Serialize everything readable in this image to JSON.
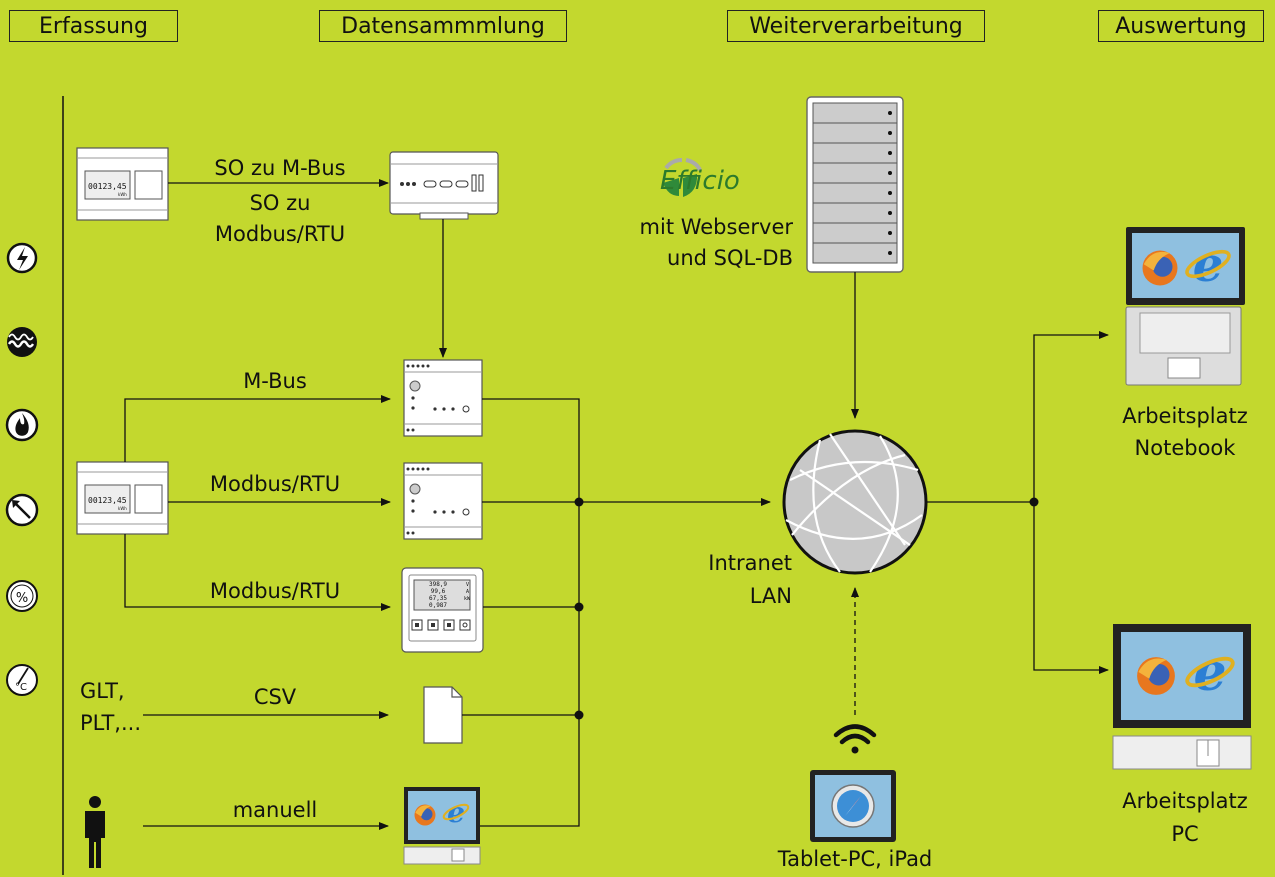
{
  "stages": {
    "erfassung": "Erfassung",
    "datensammlung": "Datensammmlung",
    "weiterverarbeitung": "Weiterverarbeitung",
    "auswertung": "Auswertung"
  },
  "links": {
    "s0_mbus": "SO zu M-Bus",
    "s0_modbus_1": "SO zu",
    "s0_modbus_2": "Modbus/RTU",
    "mbus": "M-Bus",
    "modbus_1": "Modbus/RTU",
    "modbus_2": "Modbus/RTU",
    "csv": "CSV",
    "manuell": "manuell"
  },
  "sources": {
    "glt_1": "GLT,",
    "glt_2": "PLT,..."
  },
  "meter_display": {
    "value": "00123,45",
    "unit": "kWh"
  },
  "multimeter_display": {
    "rows": [
      "398,9",
      "99,6",
      "67,35",
      "0,987"
    ],
    "units": [
      "V",
      "A",
      "kW",
      ""
    ]
  },
  "server": {
    "brand": "Efficio",
    "line1": "mit Webserver",
    "line2": "und SQL-DB"
  },
  "network": {
    "line1": "Intranet",
    "line2": "LAN"
  },
  "clients": {
    "notebook_1": "Arbeitsplatz",
    "notebook_2": "Notebook",
    "pc_1": "Arbeitsplatz",
    "pc_2": "PC",
    "tablet": "Tablet-PC, iPad"
  },
  "icons": [
    "lightning-icon",
    "water-icon",
    "flame-icon",
    "gauge-arrow-icon",
    "humidity-percent-icon",
    "temperature-celsius-icon",
    "person-icon",
    "wifi-icon"
  ],
  "colors": {
    "background": "#c3d82e",
    "line": "#111111",
    "screen": "#8fc0e0"
  }
}
